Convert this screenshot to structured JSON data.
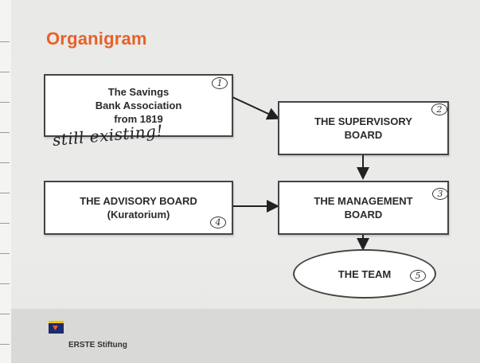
{
  "title": "Organigram",
  "boxes": {
    "savings_bank": "The Savings\nBank Association\nfrom 1819",
    "supervisory": "THE SUPERVISORY\nBOARD",
    "advisory": "THE ADVISORY BOARD\n(Kuratorium)",
    "management": "THE MANAGEMENT\nBOARD",
    "team": "THE TEAM"
  },
  "annotations": {
    "num1": "1",
    "num2": "2",
    "num3": "3",
    "num4": "4",
    "num5": "5",
    "handwritten": "still existing!"
  },
  "footer": {
    "brand": "ERSTE Stiftung"
  },
  "colors": {
    "title": "#e8612a",
    "logo_blue": "#1e2a6e",
    "logo_yellow": "#f2c500"
  }
}
